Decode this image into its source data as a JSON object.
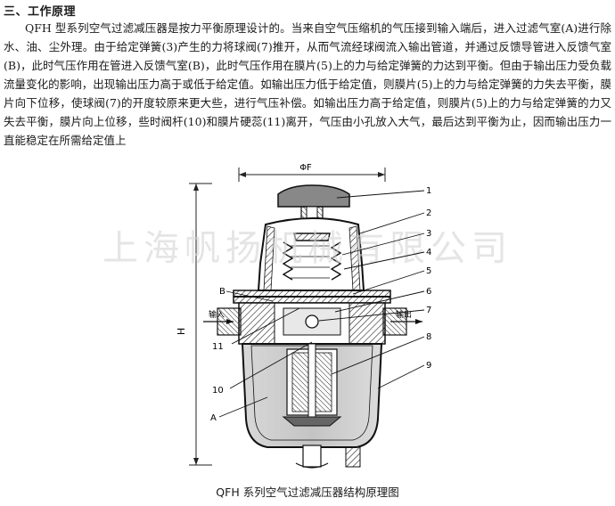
{
  "section": {
    "heading": "三、工作原理"
  },
  "body": {
    "paragraph": "QFH 型系列空气过滤减压器是按力平衡原理设计的。当来自空气压缩机的气压接到输入端后，进入过滤气室(A)进行除水、油、尘外理。由于给定弹簧(3)产生的力将球阀(7)推开，从而气流经球阀流入输出管道，并通过反馈导管进入反馈气室(B)，此时气压作用在管进入反馈气室(B)，此时气压作用在膜片(5)上的力与给定弹簧的力达到平衡。但由于输出压力受负载流量变化的影响，出现输出压力高于或低于给定值。如输出压力低于给定值，则膜片(5)上的力与给定弹簧的力失去平衡，膜片向下位移，使球阀(7)的开度较原来更大些，进行气压补偿。如输出压力高于给定值，则膜片(5)上的力与给定弹簧的力又失去平衡，膜片向上位移，些时阀杆(10)和膜片硬蕊(11)离开，气压由小孔放入大气，最后达到平衡为止，因而输出压力一直能稳定在所需给定值上"
  },
  "figure": {
    "watermark": "上海帆扬机械有限公司",
    "dimension_top": "ΦF",
    "dimension_side": "H",
    "inlet_label": "输入",
    "outlet_label": "输出",
    "chamber_b": "B",
    "chamber_a": "A",
    "callouts_right": [
      "1",
      "2",
      "3",
      "4",
      "5",
      "6",
      "7",
      "8",
      "9"
    ],
    "callouts_left": [
      "11",
      "10"
    ],
    "caption": "QFH 系列空气过滤减压器结构原理图"
  }
}
